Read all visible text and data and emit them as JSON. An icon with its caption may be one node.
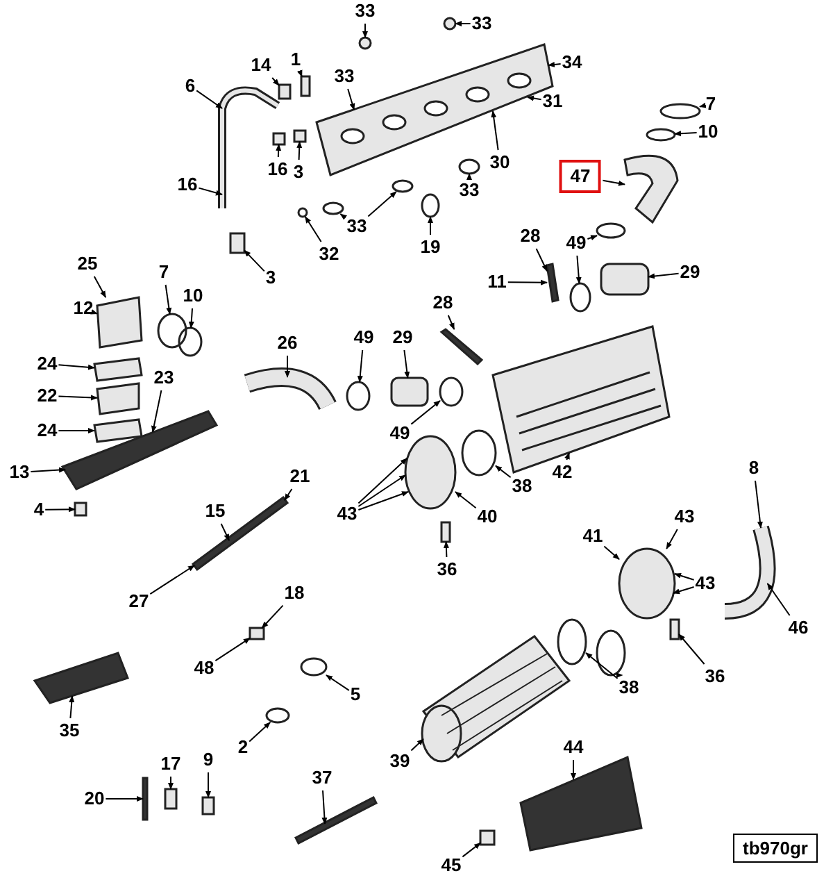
{
  "diagram": {
    "nodes": [
      {
        "text": [
          "33"
        ]
      },
      {
        "text": [
          "33"
        ]
      },
      {
        "text": [
          "14"
        ]
      },
      {
        "text": [
          "1"
        ]
      },
      {
        "text": [
          "33"
        ]
      },
      {
        "text": [
          "34"
        ]
      },
      {
        "text": [
          "6"
        ]
      },
      {
        "text": [
          "7"
        ]
      },
      {
        "text": [
          "31"
        ]
      },
      {
        "text": [
          "10"
        ]
      },
      {
        "text": [
          "16"
        ]
      },
      {
        "text": [
          "3"
        ]
      },
      {
        "text": [
          "30"
        ]
      },
      {
        "text": [
          "33"
        ]
      },
      {
        "text": [
          "16"
        ]
      },
      {
        "text": [
          "47"
        ]
      },
      {
        "text": [
          "33"
        ]
      },
      {
        "text": [
          "32"
        ]
      },
      {
        "text": [
          "19"
        ]
      },
      {
        "text": [
          "3"
        ]
      },
      {
        "text": [
          "28"
        ]
      },
      {
        "text": [
          "49"
        ]
      },
      {
        "text": [
          "11"
        ]
      },
      {
        "text": [
          "29"
        ]
      },
      {
        "text": [
          "25"
        ]
      },
      {
        "text": [
          "7"
        ]
      },
      {
        "text": [
          "12"
        ]
      },
      {
        "text": [
          "10"
        ]
      },
      {
        "text": [
          "28"
        ]
      },
      {
        "text": [
          "26"
        ]
      },
      {
        "text": [
          "49"
        ]
      },
      {
        "text": [
          "29"
        ]
      },
      {
        "text": [
          "24"
        ]
      },
      {
        "text": [
          "23"
        ]
      },
      {
        "text": [
          "22"
        ]
      },
      {
        "text": [
          "24"
        ]
      },
      {
        "text": [
          "49"
        ]
      },
      {
        "text": [
          "42"
        ]
      },
      {
        "text": [
          "13"
        ]
      },
      {
        "text": [
          "8"
        ]
      },
      {
        "text": [
          "21"
        ]
      },
      {
        "text": [
          "38"
        ]
      },
      {
        "text": [
          "4"
        ]
      },
      {
        "text": [
          "43"
        ]
      },
      {
        "text": [
          "40"
        ]
      },
      {
        "text": [
          "15"
        ]
      },
      {
        "text": [
          "41"
        ]
      },
      {
        "text": [
          "43"
        ]
      },
      {
        "text": [
          "36"
        ]
      },
      {
        "text": [
          "43"
        ]
      },
      {
        "text": [
          "27"
        ]
      },
      {
        "text": [
          "18"
        ]
      },
      {
        "text": [
          "48"
        ]
      },
      {
        "text": [
          "5"
        ]
      },
      {
        "text": [
          "38"
        ]
      },
      {
        "text": [
          "36"
        ]
      },
      {
        "text": [
          "46"
        ]
      },
      {
        "text": [
          "35"
        ]
      },
      {
        "text": [
          "2"
        ]
      },
      {
        "text": [
          "39"
        ]
      },
      {
        "text": [
          "44"
        ]
      },
      {
        "text": [
          "17"
        ]
      },
      {
        "text": [
          "9"
        ]
      },
      {
        "text": [
          "20"
        ]
      },
      {
        "text": [
          "37"
        ]
      },
      {
        "text": [
          "45"
        ]
      },
      {
        "text": [],
        "shape": "circle"
      },
      {
        "text": [],
        "shape": "circle"
      },
      {
        "text": [],
        "shape": "box"
      },
      {
        "text": [],
        "shape": "box"
      },
      {
        "text": [],
        "shape": "picture"
      },
      {
        "text": [],
        "shape": "picture"
      },
      {
        "text": [],
        "shape": "circle"
      },
      {
        "text": [],
        "shape": "circle"
      },
      {
        "text": [],
        "shape": "box"
      },
      {
        "text": [],
        "shape": "box"
      },
      {
        "text": [],
        "shape": "circle"
      },
      {
        "text": [],
        "shape": "picture"
      },
      {
        "text": [],
        "shape": "circle"
      },
      {
        "text": [],
        "shape": "circle"
      },
      {
        "text": [],
        "shape": "circle"
      },
      {
        "text": [],
        "shape": "circle"
      },
      {
        "text": [],
        "shape": "box"
      },
      {
        "text": [],
        "shape": "bar"
      },
      {
        "text": [],
        "shape": "circle"
      },
      {
        "text": [],
        "shape": "box"
      },
      {
        "text": [],
        "shape": "circle"
      },
      {
        "text": [],
        "shape": "box"
      },
      {
        "text": [],
        "shape": "circle"
      },
      {
        "text": [],
        "shape": "circle"
      },
      {
        "text": [],
        "shape": "bar"
      },
      {
        "text": [],
        "shape": "picture"
      },
      {
        "text": [],
        "shape": "circle"
      },
      {
        "text": [],
        "shape": "box"
      },
      {
        "text": [],
        "shape": "circle"
      },
      {
        "text": [],
        "shape": "box"
      },
      {
        "text": [],
        "shape": "box"
      },
      {
        "text": [],
        "shape": "box"
      },
      {
        "text": [],
        "shape": "bar"
      },
      {
        "text": [],
        "shape": "box"
      },
      {
        "text": [],
        "shape": "picture"
      },
      {
        "text": [],
        "shape": "picture"
      },
      {
        "text": [],
        "shape": "bar"
      },
      {
        "text": [],
        "shape": "circle"
      },
      {
        "text": [],
        "shape": "circle"
      },
      {
        "text": [],
        "shape": "box"
      },
      {
        "text": [],
        "shape": "circle"
      },
      {
        "text": [],
        "shape": "box"
      },
      {
        "text": [],
        "shape": "circle"
      },
      {
        "text": [],
        "shape": "circle"
      },
      {
        "text": [],
        "shape": "circle"
      },
      {
        "text": [],
        "shape": "box"
      },
      {
        "text": [],
        "shape": "bar"
      },
      {
        "text": [],
        "shape": "circle"
      },
      {
        "text": [],
        "shape": "picture"
      },
      {
        "text": [],
        "shape": "bar"
      },
      {
        "text": [],
        "shape": "box"
      },
      {
        "text": [],
        "shape": "box"
      },
      {
        "text": [],
        "shape": "bar"
      },
      {
        "text": [],
        "shape": "bar"
      },
      {
        "text": [],
        "shape": "box"
      }
    ],
    "edges": [
      {
        "from": 0,
        "to": 66,
        "arrow": "to"
      },
      {
        "from": 1,
        "to": 67,
        "arrow": "to"
      },
      {
        "from": 2,
        "to": 68,
        "arrow": "to"
      },
      {
        "from": 3,
        "to": 69,
        "arrow": "to"
      },
      {
        "from": 4,
        "to": 70,
        "arrow": "to"
      },
      {
        "from": 5,
        "to": 70,
        "arrow": "to"
      },
      {
        "from": 6,
        "to": 71,
        "arrow": "to"
      },
      {
        "from": 7,
        "to": 72,
        "arrow": "to"
      },
      {
        "from": 8,
        "to": 70,
        "arrow": "to"
      },
      {
        "from": 9,
        "to": 73,
        "arrow": "to"
      },
      {
        "from": 10,
        "to": 74,
        "arrow": "to"
      },
      {
        "from": 11,
        "to": 75,
        "arrow": "to"
      },
      {
        "from": 12,
        "to": 70,
        "arrow": "to"
      },
      {
        "from": 13,
        "to": 76,
        "arrow": "to"
      },
      {
        "from": 14,
        "to": 71,
        "arrow": "to"
      },
      {
        "from": 15,
        "to": 77,
        "arrow": "to"
      },
      {
        "from": 16,
        "to": 78,
        "arrow": "to"
      },
      {
        "from": 16,
        "to": 79,
        "arrow": "to"
      },
      {
        "from": 17,
        "to": 80,
        "arrow": "to"
      },
      {
        "from": 18,
        "to": 81,
        "arrow": "to"
      },
      {
        "from": 19,
        "to": 82,
        "arrow": "to"
      },
      {
        "from": 20,
        "to": 83,
        "arrow": "to"
      },
      {
        "from": 21,
        "to": 84,
        "arrow": "to"
      },
      {
        "from": 21,
        "to": 86,
        "arrow": "to"
      },
      {
        "from": 22,
        "to": 83,
        "arrow": "to"
      },
      {
        "from": 23,
        "to": 85,
        "arrow": "to"
      },
      {
        "from": 24,
        "to": 87,
        "arrow": "to"
      },
      {
        "from": 25,
        "to": 88,
        "arrow": "to"
      },
      {
        "from": 26,
        "to": 87,
        "arrow": "to"
      },
      {
        "from": 27,
        "to": 89,
        "arrow": "to"
      },
      {
        "from": 28,
        "to": 90,
        "arrow": "to"
      },
      {
        "from": 29,
        "to": 91,
        "arrow": "to"
      },
      {
        "from": 30,
        "to": 92,
        "arrow": "to"
      },
      {
        "from": 31,
        "to": 93,
        "arrow": "to"
      },
      {
        "from": 32,
        "to": 95,
        "arrow": "to"
      },
      {
        "from": 33,
        "to": 98,
        "arrow": "to"
      },
      {
        "from": 34,
        "to": 96,
        "arrow": "to"
      },
      {
        "from": 35,
        "to": 97,
        "arrow": "to"
      },
      {
        "from": 36,
        "to": 94,
        "arrow": "to"
      },
      {
        "from": 37,
        "to": 100,
        "arrow": "to"
      },
      {
        "from": 38,
        "to": 98,
        "arrow": "to"
      },
      {
        "from": 39,
        "to": 101,
        "arrow": "to"
      },
      {
        "from": 40,
        "to": 102,
        "arrow": "to"
      },
      {
        "from": 41,
        "to": 103,
        "arrow": "to"
      },
      {
        "from": 42,
        "to": 99,
        "arrow": "to"
      },
      {
        "from": 43,
        "to": 104,
        "arrow": "to"
      },
      {
        "from": 43,
        "to": 104,
        "arrow": "to"
      },
      {
        "from": 43,
        "to": 104,
        "arrow": "to"
      },
      {
        "from": 44,
        "to": 104,
        "arrow": "to"
      },
      {
        "from": 45,
        "to": 102,
        "arrow": "to"
      },
      {
        "from": 46,
        "to": 106,
        "arrow": "to"
      },
      {
        "from": 47,
        "to": 106,
        "arrow": "to"
      },
      {
        "from": 48,
        "to": 105,
        "arrow": "to"
      },
      {
        "from": 49,
        "to": 106,
        "arrow": "to"
      },
      {
        "from": 49,
        "to": 106,
        "arrow": "to"
      },
      {
        "from": 50,
        "to": 102,
        "arrow": "to"
      },
      {
        "from": 51,
        "to": 107,
        "arrow": "to"
      },
      {
        "from": 52,
        "to": 107,
        "arrow": "to"
      },
      {
        "from": 53,
        "to": 108,
        "arrow": "to"
      },
      {
        "from": 54,
        "to": 109,
        "arrow": "to"
      },
      {
        "from": 54,
        "to": 110,
        "arrow": "to"
      },
      {
        "from": 55,
        "to": 111,
        "arrow": "to"
      },
      {
        "from": 56,
        "to": 101,
        "arrow": "to"
      },
      {
        "from": 57,
        "to": 112,
        "arrow": "to"
      },
      {
        "from": 58,
        "to": 113,
        "arrow": "to"
      },
      {
        "from": 59,
        "to": 114,
        "arrow": "to"
      },
      {
        "from": 60,
        "to": 115,
        "arrow": "to"
      },
      {
        "from": 61,
        "to": 116,
        "arrow": "to"
      },
      {
        "from": 62,
        "to": 117,
        "arrow": "to"
      },
      {
        "from": 63,
        "to": 118,
        "arrow": "to"
      },
      {
        "from": 64,
        "to": 119,
        "arrow": "to"
      },
      {
        "from": 65,
        "to": 120,
        "arrow": "to"
      }
    ],
    "labels": [
      "tb970gr"
    ]
  }
}
